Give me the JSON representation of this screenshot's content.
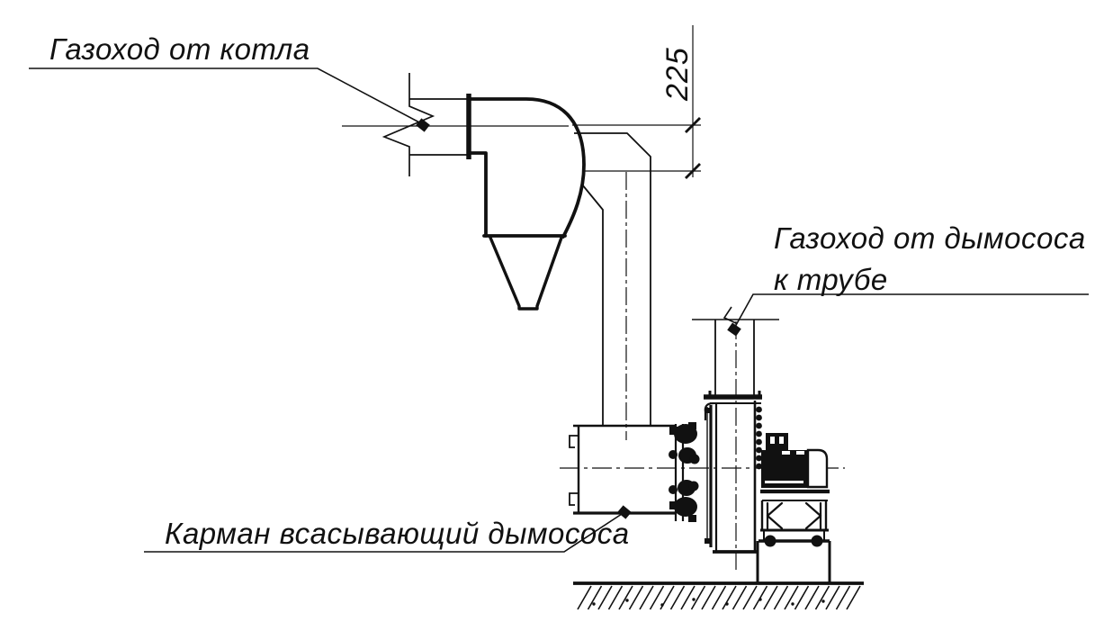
{
  "drawing": {
    "title_meaning": "Flue-gas ducting scheme: cyclone, smoke exhauster and chimney connection",
    "background_color": "#ffffff",
    "line_color": "#111111",
    "labels": {
      "boiler_duct": "Газоход от котла",
      "fan_to_chimney_line1": "Газоход от дымососа",
      "fan_to_chimney_line2": "к трубе",
      "suction_pocket": "Карман всасывающий дымососа"
    },
    "dimension": {
      "value": "225"
    }
  }
}
